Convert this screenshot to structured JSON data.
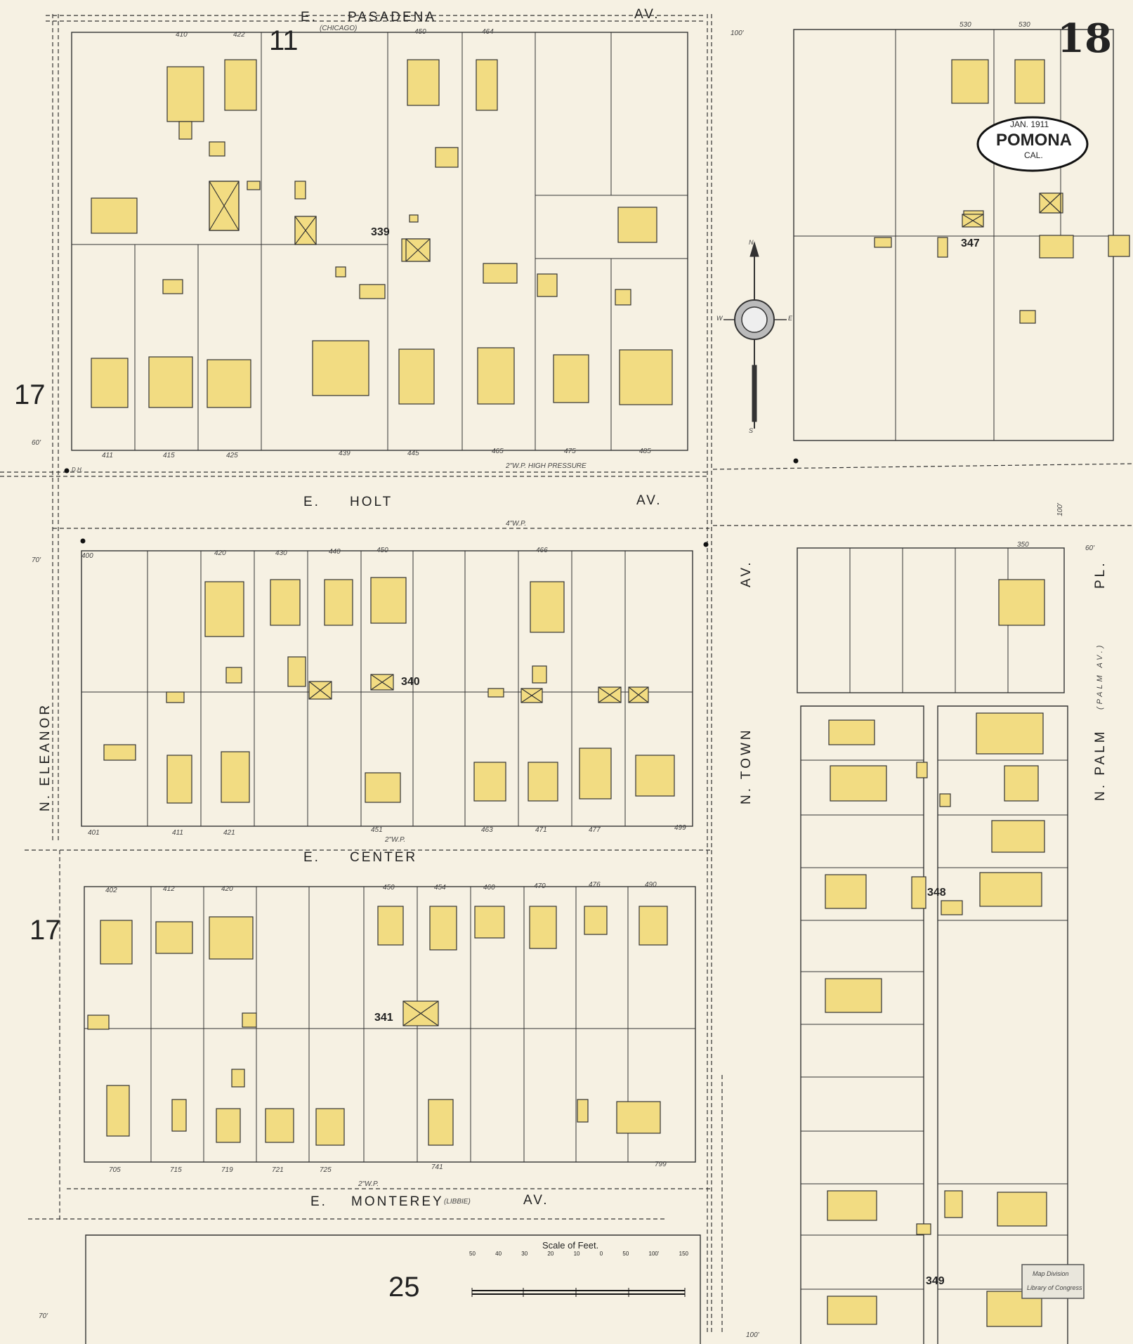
{
  "sheet_number": "18",
  "cartouche": {
    "date": "JAN. 1911",
    "city": "POMONA",
    "state": "CAL."
  },
  "colors": {
    "paper": "#f6f1e3",
    "dwelling": "#f2dc82",
    "line": "#333333"
  },
  "streets": {
    "pasadena": [
      "E.",
      "PASADENA",
      "AV."
    ],
    "pasadena_alt": "(CHICAGO)",
    "holt": [
      "E.",
      "HOLT",
      "AV."
    ],
    "center": [
      "E.",
      "CENTER"
    ],
    "monterey": [
      "E.",
      "MONTEREY",
      "(LIBBIE)",
      "AV."
    ],
    "eleanor": "N. ELEANOR",
    "town": "N. TOWN",
    "town_av": "AV.",
    "palm": "N. PALM",
    "palm_alt": "(PALM AV.)",
    "palm_pl": "PL."
  },
  "blocks": [
    "339",
    "340",
    "341",
    "347",
    "348",
    "349"
  ],
  "adjoining_sheets": {
    "top": "11",
    "left_a": "17",
    "left_b": "17",
    "bottom": "25"
  },
  "mains": {
    "holt": "2\"W.P. HIGH PRESSURE",
    "center": "2\"W.P.",
    "holt_south": "4\"W.P.",
    "monterey": "2\"W.P."
  },
  "scale": {
    "title": "Scale of Feet.",
    "ticks": [
      "50",
      "40",
      "30",
      "20",
      "10",
      "0",
      "50",
      "100'",
      "150"
    ]
  },
  "widths": [
    "100'",
    "60'",
    "70'",
    "100'",
    "60'",
    "100'",
    "70'"
  ],
  "stamp": [
    "Map Division",
    "Library of Congress"
  ],
  "compass": {
    "n": "N",
    "s": "S",
    "e": "E",
    "w": "W"
  },
  "hydrant": "D.H.",
  "house_numbers": {
    "block339_top": [
      "410",
      "422",
      "450",
      "464"
    ],
    "block339_bottom": [
      "411",
      "415",
      "425",
      "439",
      "445",
      "465",
      "475",
      "485"
    ],
    "block340_top": [
      "400",
      "420",
      "430",
      "440",
      "450",
      "466"
    ],
    "block340_bottom": [
      "401",
      "411",
      "421",
      "451",
      "463",
      "471",
      "477",
      "499"
    ],
    "block341_top": [
      "402",
      "412",
      "420",
      "450",
      "454",
      "460",
      "470",
      "476",
      "490"
    ],
    "block341_bottom": [
      "705",
      "715",
      "719",
      "721",
      "725",
      "741",
      "799"
    ],
    "block347_top": [
      "530",
      "530"
    ],
    "block348_top": [
      "350"
    ]
  }
}
